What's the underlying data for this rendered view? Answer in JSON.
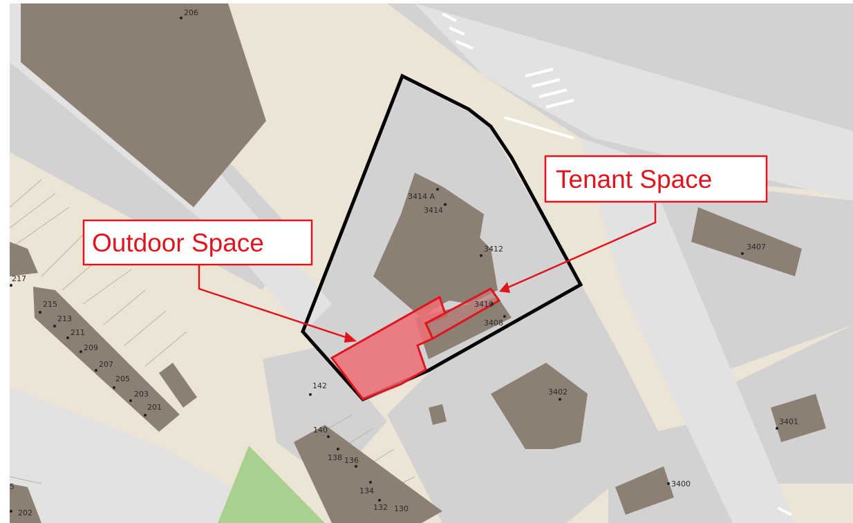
{
  "map": {
    "callouts": {
      "outdoor": "Outdoor Space",
      "tenant": "Tenant Space"
    },
    "addresses": [
      "206",
      "3414 A",
      "3414",
      "3412",
      "3410",
      "3408",
      "3407",
      "3402",
      "3401",
      "3400",
      "217",
      "215",
      "213",
      "211",
      "209",
      "207",
      "205",
      "203",
      "201",
      "142",
      "140",
      "138",
      "136",
      "134",
      "132",
      "130",
      "5",
      "202"
    ],
    "colors": {
      "background": "#ece5d6",
      "street": "#dededf",
      "parcel": "#d0d0d0",
      "building": "#8c7f73",
      "park": "#a9d08e",
      "boundary": "#000000",
      "highlight_fill": "#ef6f74",
      "highlight_stroke": "#e0141c"
    }
  }
}
